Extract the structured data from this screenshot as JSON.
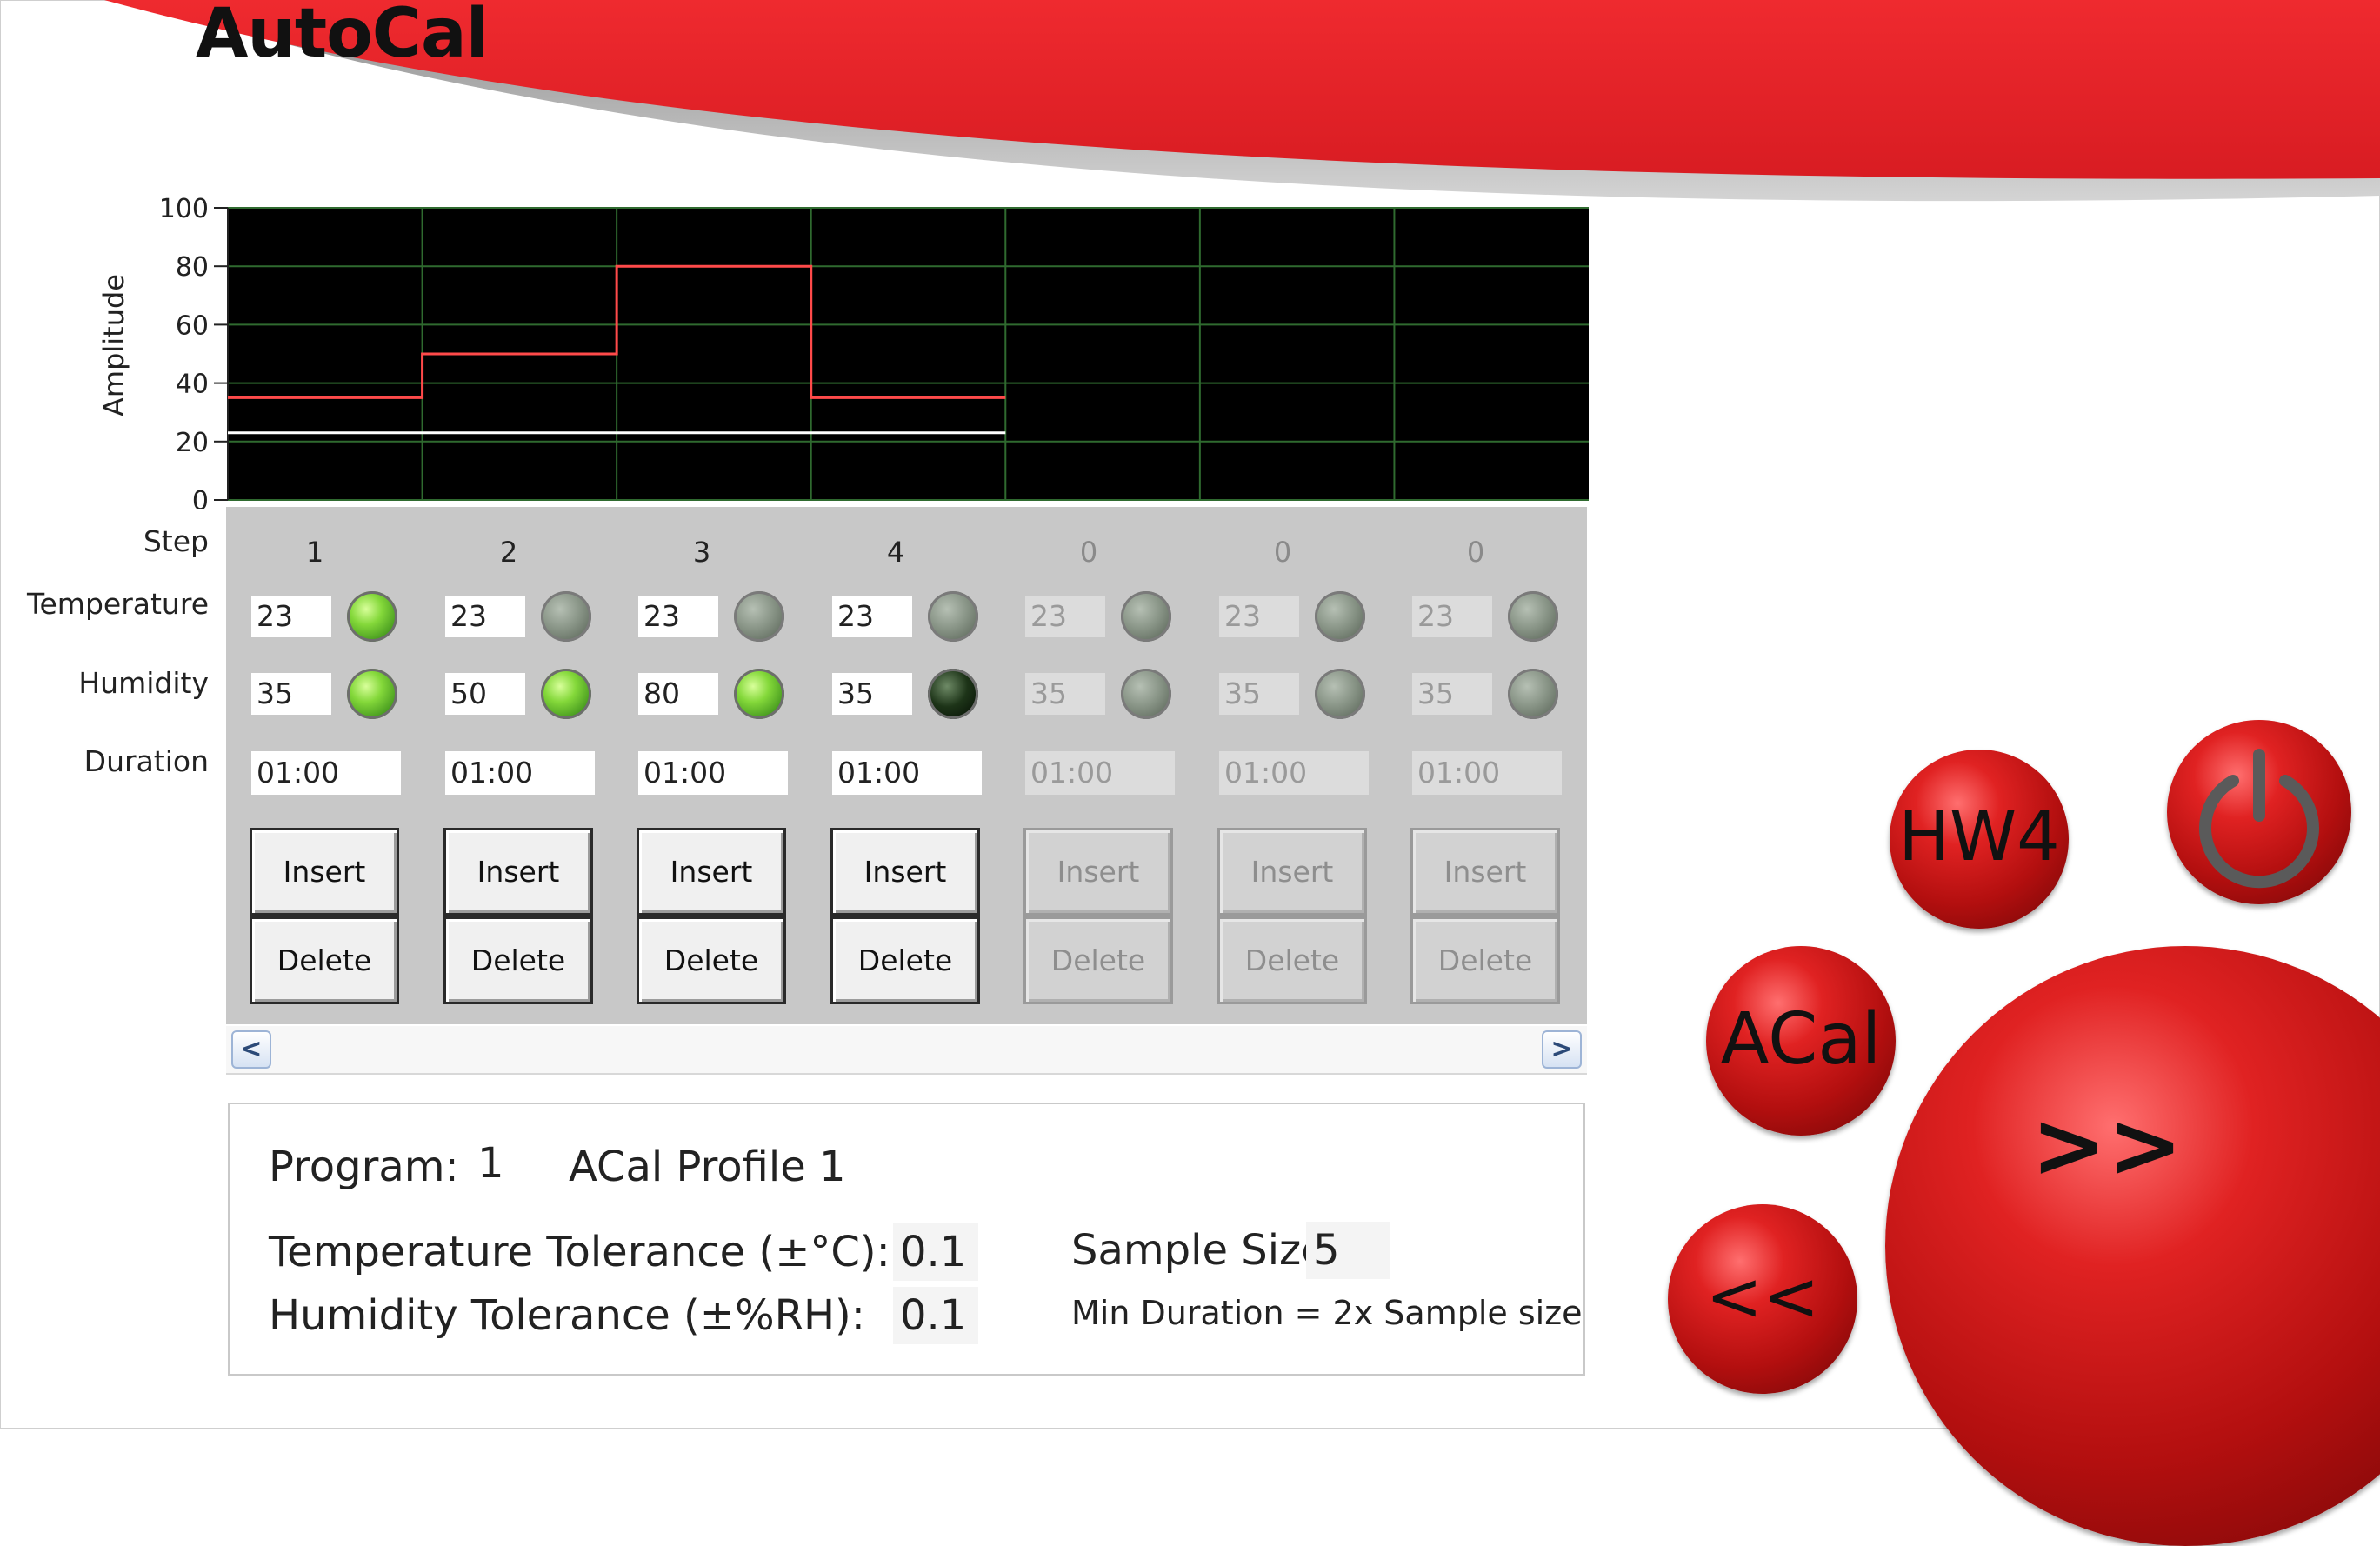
{
  "app": {
    "title": "AutoCal"
  },
  "chart_data": {
    "type": "line",
    "title": "",
    "xlabel": "",
    "ylabel": "Amplitude",
    "ylim": [
      0,
      100
    ],
    "yticks": [
      "0",
      "20",
      "40",
      "60",
      "80",
      "100"
    ],
    "grid": true,
    "legend": "none",
    "background": "#000000",
    "grid_color": "#2f6a2f",
    "series": [
      {
        "color": "#ff4a4a",
        "x": [
          0,
          1,
          1,
          2,
          2,
          3,
          3,
          4
        ],
        "values": [
          35,
          35,
          50,
          50,
          80,
          80,
          35,
          35
        ]
      },
      {
        "color": "#ffffff",
        "x": [
          0,
          4
        ],
        "values": [
          23,
          23
        ]
      }
    ],
    "xlim": [
      0,
      7
    ]
  },
  "steps_panel": {
    "labels": {
      "step": "Step",
      "temperature": "Temperature",
      "humidity": "Humidity",
      "duration": "Duration"
    },
    "buttons": {
      "insert": "Insert",
      "delete": "Delete"
    },
    "steps": [
      {
        "num": "1",
        "temperature": "23",
        "humidity": "35",
        "duration": "01:00",
        "temp_led": "on",
        "hum_led": "on",
        "enabled": true
      },
      {
        "num": "2",
        "temperature": "23",
        "humidity": "50",
        "duration": "01:00",
        "temp_led": "off",
        "hum_led": "on",
        "enabled": true
      },
      {
        "num": "3",
        "temperature": "23",
        "humidity": "80",
        "duration": "01:00",
        "temp_led": "off",
        "hum_led": "on",
        "enabled": true
      },
      {
        "num": "4",
        "temperature": "23",
        "humidity": "35",
        "duration": "01:00",
        "temp_led": "off",
        "hum_led": "dark",
        "enabled": true
      },
      {
        "num": "0",
        "temperature": "23",
        "humidity": "35",
        "duration": "01:00",
        "temp_led": "off",
        "hum_led": "off",
        "enabled": false
      },
      {
        "num": "0",
        "temperature": "23",
        "humidity": "35",
        "duration": "01:00",
        "temp_led": "off",
        "hum_led": "off",
        "enabled": false
      },
      {
        "num": "0",
        "temperature": "23",
        "humidity": "35",
        "duration": "01:00",
        "temp_led": "off",
        "hum_led": "off",
        "enabled": false
      }
    ]
  },
  "scrollbar": {
    "left_icon": "chevron-left-icon",
    "right_icon": "chevron-right-icon",
    "left": "<",
    "right": ">"
  },
  "info": {
    "program_label": "Program:",
    "program_number": "1",
    "profile_name": "ACal Profile 1",
    "temp_tolerance_label": "Temperature Tolerance (±°C):",
    "temp_tolerance_value": "0.1",
    "humidity_tolerance_label": "Humidity Tolerance (±%RH):",
    "humidity_tolerance_value": "0.1",
    "sample_size_label": "Sample Size",
    "sample_size_value": "5",
    "min_duration_note": "Min Duration = 2x Sample size"
  },
  "nav": {
    "hw4": "HW4",
    "power_icon": "power-icon",
    "acal": "ACal",
    "next": ">>",
    "prev": "<<"
  },
  "colors": {
    "brand_red": "#e8232a",
    "led_green": "#84d83a",
    "panel_gray": "#c8c8c8"
  }
}
